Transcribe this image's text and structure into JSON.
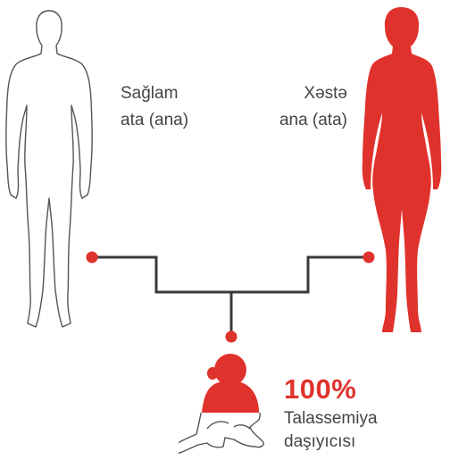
{
  "parents": {
    "left": {
      "line1": "Sağlam",
      "line2": "ata (ana)"
    },
    "right": {
      "line1": "Xəstə",
      "line2": "ana (ata)"
    }
  },
  "child": {
    "percent": "100%",
    "line1": "Talassemiya",
    "line2": "daşıyıcısı"
  },
  "colors": {
    "accent": "#e0322c",
    "outline": "#444444",
    "connector": "#3a3a3a"
  }
}
